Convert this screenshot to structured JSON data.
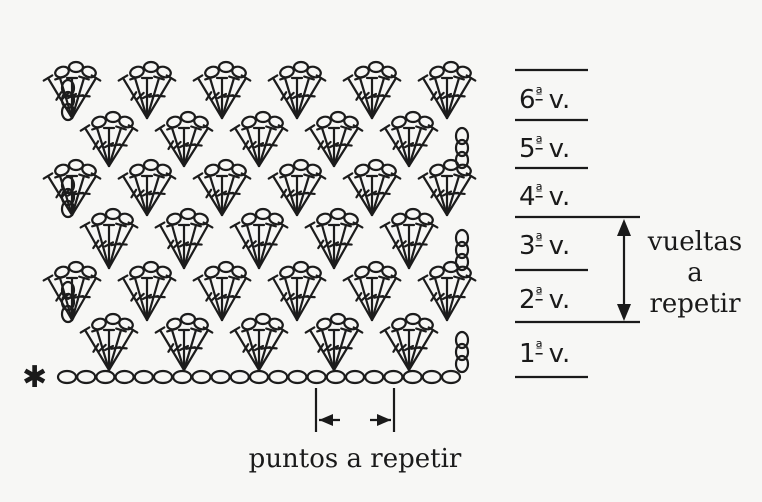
{
  "start_marker": "✱",
  "rows": [
    {
      "ordinal": "6",
      "suffix": "ª",
      "unit": "v."
    },
    {
      "ordinal": "5",
      "suffix": "ª",
      "unit": "v."
    },
    {
      "ordinal": "4",
      "suffix": "ª",
      "unit": "v."
    },
    {
      "ordinal": "3",
      "suffix": "ª",
      "unit": "v."
    },
    {
      "ordinal": "2",
      "suffix": "ª",
      "unit": "v."
    },
    {
      "ordinal": "1",
      "suffix": "ª",
      "unit": "v."
    }
  ],
  "repeat_rows_label": [
    "vueltas",
    "a",
    "repetir"
  ],
  "repeat_stitches_label": "puntos a repetir",
  "stitch_symbols": {
    "foundation": "chain-oval",
    "fan": "double-crochet-fan",
    "arch": "chain-arch"
  },
  "ink_color": "#1c1c1c"
}
